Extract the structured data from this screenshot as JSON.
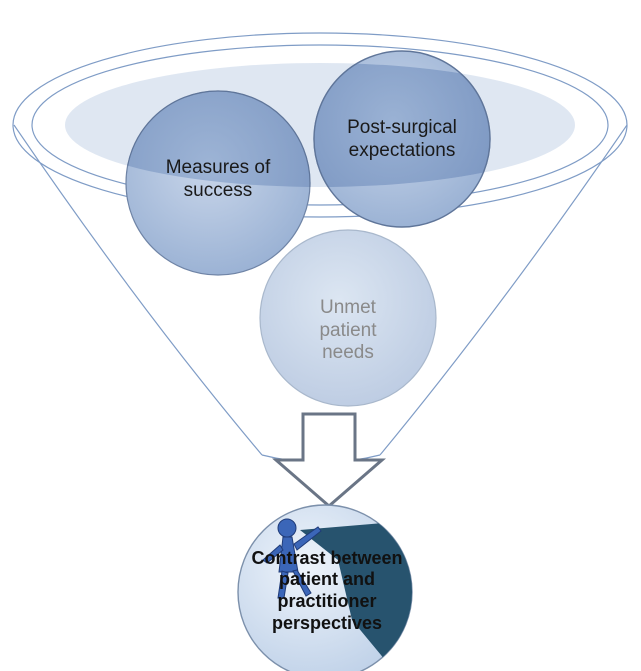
{
  "diagram": {
    "nodes": [
      {
        "id": "measures",
        "label": "Measures of\nsuccess"
      },
      {
        "id": "post",
        "label": "Post-surgical\nexpectations"
      },
      {
        "id": "unmet",
        "label": "Unmet\npatient\nneeds"
      },
      {
        "id": "result",
        "label": "Contrast between\npatient and\npractitioner\nperspectives"
      }
    ],
    "flow": {
      "from": [
        "measures",
        "post",
        "unmet"
      ],
      "to": "result"
    }
  },
  "colors": {
    "funnel_stroke": "#7f9cc6",
    "bubble_fill": "#a3b8d6",
    "bubble_stroke": "#5f7599",
    "funnel_mouth_fill": "#c4d3e8",
    "result_disc_fill": "#cfdff0",
    "dark_wedge": "#27536e"
  }
}
